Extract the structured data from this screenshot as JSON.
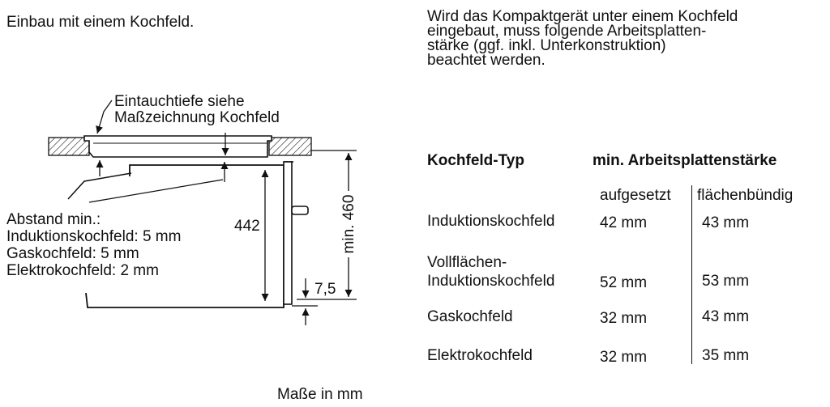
{
  "left_heading": "Einbau mit einem Kochfeld.",
  "right_paragraph": "Wird das Kompaktgerät unter einem Kochfeld\neingebaut, muss folgende Arbeitsplatten-\nstärke (ggf. inkl. Unterkonstruktion)\nbeachtet werden.",
  "diagram": {
    "callout_line1": "Eintauchtiefe siehe",
    "callout_line2": "Maßzeichnung Kochfeld",
    "distance_title": "Abstand min.:",
    "distance_induction": "Induktionskochfeld: 5 mm",
    "distance_gas": "Gaskochfeld: 5 mm",
    "distance_electric": "Elektrokochfeld: 2 mm",
    "dim_442": "442",
    "dim_460": "min. 460",
    "dim_7_5": "7,5"
  },
  "table": {
    "col_type": "Kochfeld-Typ",
    "col_thickness": "min. Arbeitsplattenstärke",
    "sub_surface": "aufgesetzt",
    "sub_flush": "flächenbündig",
    "rows": [
      {
        "type_line1": "Induktionskochfeld",
        "type_line2": "",
        "surface": "42 mm",
        "flush": "43 mm"
      },
      {
        "type_line1": "Vollflächen-",
        "type_line2": "Induktionskochfeld",
        "surface": "52 mm",
        "flush": "53 mm"
      },
      {
        "type_line1": "Gaskochfeld",
        "type_line2": "",
        "surface": "32 mm",
        "flush": "43 mm"
      },
      {
        "type_line1": "Elektrokochfeld",
        "type_line2": "",
        "surface": "32 mm",
        "flush": "35 mm"
      }
    ]
  },
  "footer": "Maße in mm"
}
